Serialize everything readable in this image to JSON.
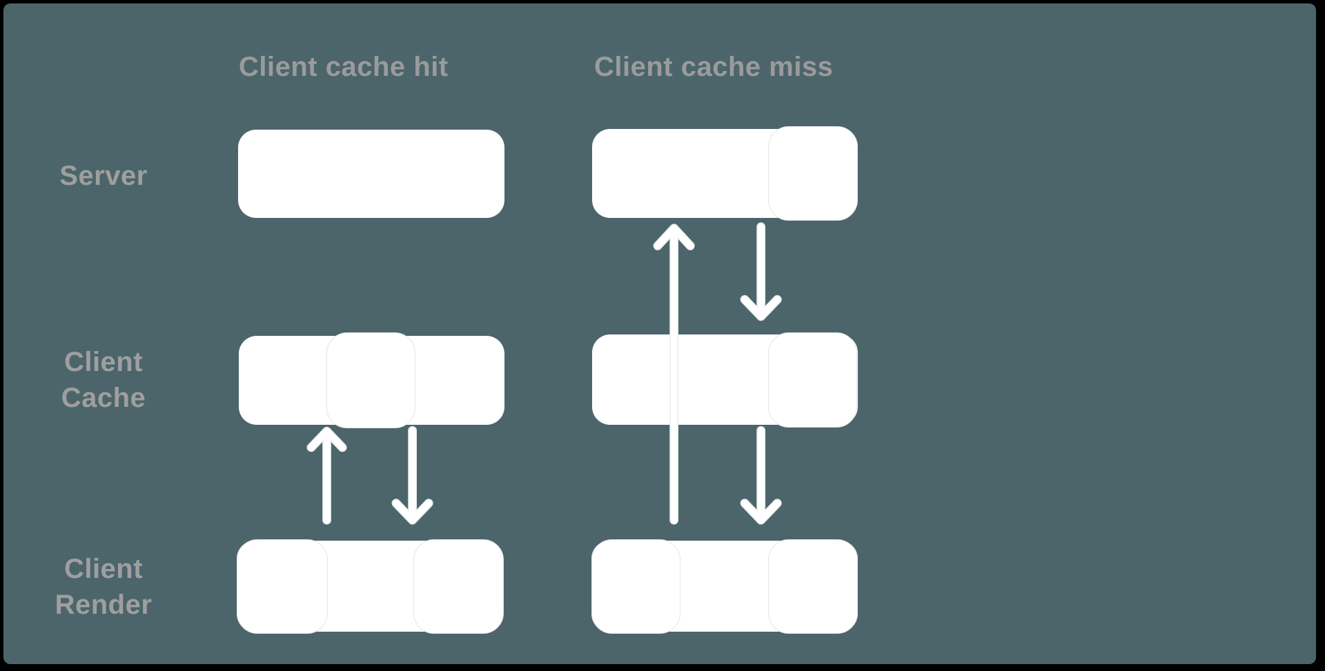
{
  "page": {
    "background": "#000000",
    "panel_background": "#4B656B"
  },
  "colors": {
    "box_fill": "#FFFFFF",
    "seam_stroke": "#E3E5E5",
    "arrow": "#FFFFFF",
    "title_text": "#9B9B9B",
    "label_text": "#9F9F9F"
  },
  "titles": {
    "hit": "Client cache hit",
    "miss": "Client cache miss"
  },
  "row_labels": {
    "server": [
      "Server"
    ],
    "cache": [
      "Client",
      "Cache"
    ],
    "render": [
      "Client",
      "Render"
    ]
  },
  "nodes": [
    {
      "column": "hit",
      "row": "server"
    },
    {
      "column": "hit",
      "row": "cache"
    },
    {
      "column": "hit",
      "row": "render"
    },
    {
      "column": "miss",
      "row": "server"
    },
    {
      "column": "miss",
      "row": "cache"
    },
    {
      "column": "miss",
      "row": "render"
    }
  ],
  "arrows": [
    {
      "column": "hit",
      "from": "render",
      "to": "cache",
      "direction": "up"
    },
    {
      "column": "hit",
      "from": "cache",
      "to": "render",
      "direction": "down"
    },
    {
      "column": "miss",
      "from": "render",
      "to": "server",
      "direction": "up"
    },
    {
      "column": "miss",
      "from": "server",
      "to": "cache",
      "direction": "down"
    },
    {
      "column": "miss",
      "from": "cache",
      "to": "render",
      "direction": "down"
    }
  ]
}
